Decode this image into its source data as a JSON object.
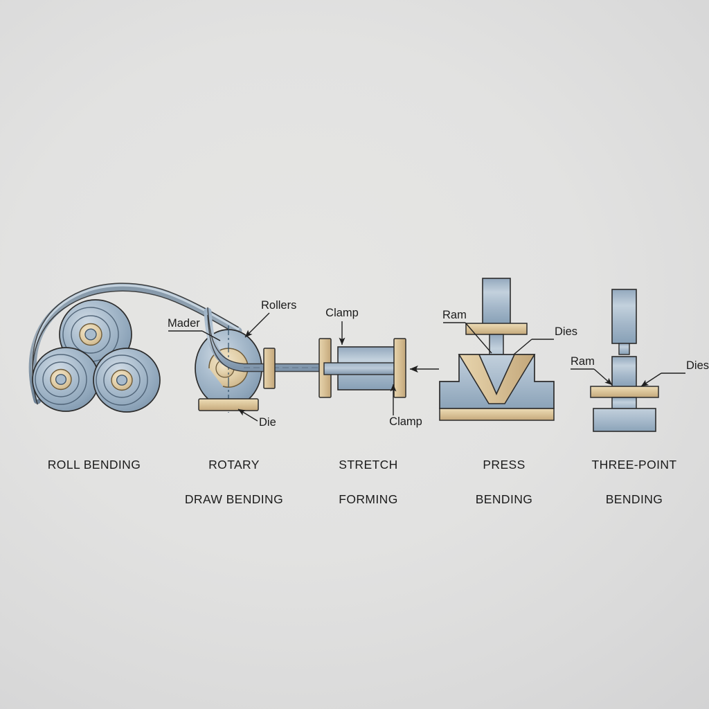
{
  "figure": {
    "background_color": "#e3e3e2",
    "metal_color": "#9db2c6",
    "metal_light": "#c4d2de",
    "metal_dark": "#7e95ac",
    "die_color": "#d9c194",
    "die_light": "#ecdcb8",
    "die_dark": "#bfa374",
    "outline_color": "#2b2b2b",
    "text_color": "#1b1b1b"
  },
  "processes": [
    {
      "id": "roll-bending",
      "caption": "ROLL BENDING",
      "caption_lines": [
        "ROLL BENDING"
      ],
      "callouts": []
    },
    {
      "id": "rotary-draw-bending",
      "caption": "ROTARY\nDRAW BENDING",
      "caption_lines": [
        "ROTARY",
        "DRAW BENDING"
      ],
      "callouts": [
        {
          "label": "Mader",
          "style": "underline-leader"
        },
        {
          "label": "Rollers",
          "style": "arrow-leader"
        },
        {
          "label": "Die",
          "style": "arrow-leader"
        }
      ]
    },
    {
      "id": "stretch-forming",
      "caption": "STRETCH\nFORMING",
      "caption_lines": [
        "STRETCH",
        "FORMING"
      ],
      "callouts": [
        {
          "label": "Clamp",
          "style": "arrow-down"
        },
        {
          "label": "Clamp",
          "style": "arrow-up"
        }
      ]
    },
    {
      "id": "press-bending",
      "caption": "PRESS\nBENDING",
      "caption_lines": [
        "PRESS",
        "BENDING"
      ],
      "callouts": [
        {
          "label": "Ram",
          "style": "underline-leader"
        },
        {
          "label": "Dies",
          "style": "underline-leader"
        }
      ]
    },
    {
      "id": "three-point-bending",
      "caption": "THREE-POINT\nBENDING",
      "caption_lines": [
        "THREE-POINT",
        "BENDING"
      ],
      "callouts": [
        {
          "label": "Ram",
          "style": "underline-arrow"
        },
        {
          "label": "Dies",
          "style": "underline-arrow"
        }
      ]
    }
  ],
  "labels": {
    "mader": "Mader",
    "rollers": "Rollers",
    "die": "Die",
    "clamp_top": "Clamp",
    "clamp_bottom": "Clamp",
    "press_ram": "Ram",
    "press_dies": "Dies",
    "tp_ram": "Ram",
    "tp_dies": "Dies"
  },
  "captions": {
    "roll": "ROLL BENDING",
    "rotary_l1": "ROTARY",
    "rotary_l2": "DRAW BENDING",
    "stretch_l1": "STRETCH",
    "stretch_l2": "FORMING",
    "press_l1": "PRESS",
    "press_l2": "BENDING",
    "threepoint_l1": "THREE-POINT",
    "threepoint_l2": "BENDING"
  }
}
